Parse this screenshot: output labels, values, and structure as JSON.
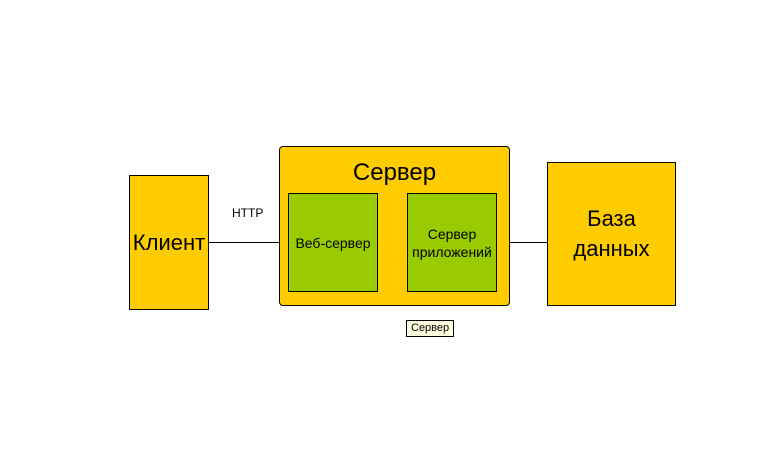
{
  "diagram": {
    "client": {
      "label": "Клиент"
    },
    "http_label": "HTTP",
    "server": {
      "title": "Сервер",
      "web_server": {
        "label": "Веб-сервер"
      },
      "app_server": {
        "line1": "Сервер",
        "line2": "приложений"
      }
    },
    "database": {
      "line1": "База",
      "line2": "данных"
    },
    "tooltip": "Сервер"
  },
  "colors": {
    "orange": "#FFCC00",
    "green": "#99CC00",
    "tooltip_bg": "#FFFFE1",
    "line": "#000000"
  }
}
